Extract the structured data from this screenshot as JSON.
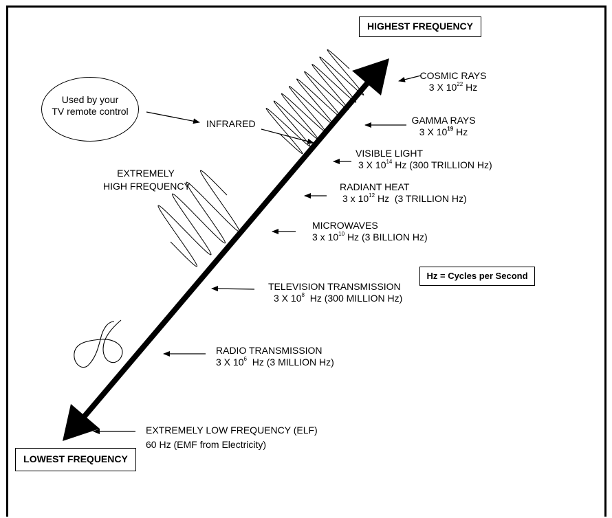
{
  "highest_label": "HIGHEST FREQUENCY",
  "lowest_label": "LOWEST FREQUENCY",
  "unit_note": "Hz = Cycles per Second",
  "callout": {
    "line1": "Used by your",
    "line2": "TV remote control"
  },
  "infrared_label": "INFRARED",
  "ehf_label": {
    "line1": "EXTREMELY",
    "line2": "HIGH FREQUENCY"
  },
  "bands": {
    "cosmic": {
      "name": "COSMIC RAYS",
      "mantissa": "3 X 10",
      "exponent": "22",
      "unit": "Hz",
      "note": ""
    },
    "gamma": {
      "name": "GAMMA RAYS",
      "mantissa": "3 X 10",
      "exponent": "19",
      "unit": "Hz",
      "note": ""
    },
    "visible": {
      "name": "VISIBLE LIGHT",
      "mantissa": "3 X 10",
      "exponent": "14",
      "unit": "Hz",
      "note": "(300 TRILLION Hz)"
    },
    "radiant": {
      "name": "RADIANT HEAT",
      "mantissa": "3 x 10",
      "exponent": "12",
      "unit": "Hz",
      "note": "(3 TRILLION Hz)"
    },
    "microwaves": {
      "name": "MICROWAVES",
      "mantissa": "3 x 10",
      "exponent": "10",
      "unit": "Hz",
      "note": "(3 BILLION Hz)"
    },
    "television": {
      "name": "TELEVISION TRANSMISSION",
      "mantissa": "3 X 10",
      "exponent": "8",
      "unit": "Hz",
      "note": "(300 MILLION Hz)"
    },
    "radio": {
      "name": "RADIO TRANSMISSION",
      "mantissa": "3 X 10",
      "exponent": "6",
      "unit": "Hz",
      "note": "(3 MILLION Hz)"
    },
    "elf": {
      "name": "EXTREMELY LOW FREQUENCY (ELF)",
      "value": "60 Hz (EMF from Electricity)"
    }
  },
  "icons": {
    "spectrum_arrow": "double-headed-arrow-icon",
    "pointer": "arrow-left-icon",
    "high_wave": "dense-sine-wave-icon",
    "mid_wave": "sine-wave-icon",
    "low_wave": "figure-eight-wave-icon"
  }
}
